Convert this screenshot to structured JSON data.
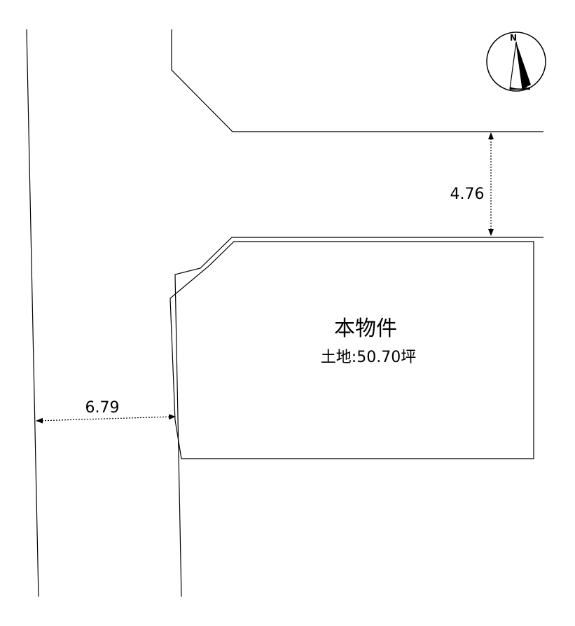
{
  "property": {
    "title": "本物件",
    "land_area": "土地:50.70坪"
  },
  "dimensions": {
    "road_width_north": "4.76",
    "road_width_west": "6.79"
  },
  "compass": {
    "north_label": "N",
    "icon": "north-arrow-compass"
  },
  "colors": {
    "line": "#000000",
    "background": "#ffffff"
  }
}
